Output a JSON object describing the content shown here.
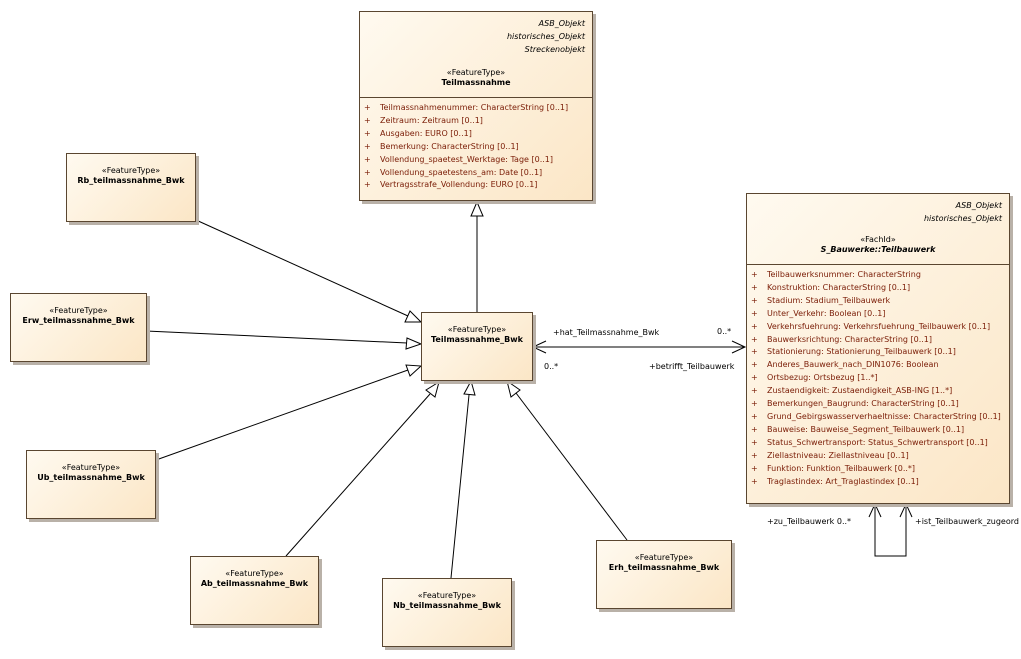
{
  "classes": {
    "teilmassnahme": {
      "tags": [
        "ASB_Objekt",
        "historisches_Objekt",
        "Streckenobjekt"
      ],
      "stereotype": "«FeatureType»",
      "name": "Teilmassnahme",
      "attributes": [
        "Teilmassnahmenummer: CharacterString [0..1]",
        "Zeitraum: Zeitraum [0..1]",
        "Ausgaben: EURO [0..1]",
        "Bemerkung: CharacterString [0..1]",
        "Vollendung_spaetest_Werktage: Tage [0..1]",
        "Vollendung_spaetestens_am: Date [0..1]",
        "Vertragsstrafe_Vollendung: EURO [0..1]"
      ]
    },
    "teilmassnahme_bwk": {
      "stereotype": "«FeatureType»",
      "name": "Teilmassnahme_Bwk"
    },
    "rb": {
      "stereotype": "«FeatureType»",
      "name": "Rb_teilmassnahme_Bwk"
    },
    "erw": {
      "stereotype": "«FeatureType»",
      "name": "Erw_teilmassnahme_Bwk"
    },
    "ub": {
      "stereotype": "«FeatureType»",
      "name": "Ub_teilmassnahme_Bwk"
    },
    "ab": {
      "stereotype": "«FeatureType»",
      "name": "Ab_teilmassnahme_Bwk"
    },
    "nb": {
      "stereotype": "«FeatureType»",
      "name": "Nb_teilmassnahme_Bwk"
    },
    "erh": {
      "stereotype": "«FeatureType»",
      "name": "Erh_teilmassnahme_Bwk"
    },
    "teilbauwerk": {
      "tags": [
        "ASB_Objekt",
        "historisches_Objekt"
      ],
      "stereotype": "«FachId»",
      "name": "S_Bauwerke::Teilbauwerk",
      "attributes": [
        "Teilbauwerksnummer: CharacterString",
        "Konstruktion: CharacterString [0..1]",
        "Stadium: Stadium_Teilbauwerk",
        "Unter_Verkehr: Boolean [0..1]",
        "Verkehrsfuehrung: Verkehrsfuehrung_Teilbauwerk [0..1]",
        "Bauwerksrichtung: CharacterString [0..1]",
        "Stationierung: Stationierung_Teilbauwerk [0..1]",
        "Anderes_Bauwerk_nach_DIN1076: Boolean",
        "Ortsbezug: Ortsbezug [1..*]",
        "Zustaendigkeit: Zustaendigkeit_ASB-ING [1..*]",
        "Bemerkungen_Baugrund: CharacterString [0..1]",
        "Grund_Gebirgswasserverhaeltnisse: CharacterString [0..1]",
        "Bauweise: Bauweise_Segment_Teilbauwerk [0..1]",
        "Status_Schwertransport: Status_Schwertransport [0..1]",
        "Ziellastniveau: Ziellastniveau [0..1]",
        "Funktion: Funktion_Teilbauwerk [0..*]",
        "Traglastindex: Art_Traglastindex [0..1]"
      ]
    }
  },
  "attribute_prefix": "+",
  "associations": {
    "hat_role": "+hat_Teilmassnahme_Bwk",
    "hat_mult": "0..*",
    "betrifft_role": "+betrifft_Teilbauwerk",
    "betrifft_mult": "0..*",
    "zu_role": "+zu_Teilbauwerk 0..*",
    "ist_role": "+ist_Teilbauwerk_zugeord"
  }
}
